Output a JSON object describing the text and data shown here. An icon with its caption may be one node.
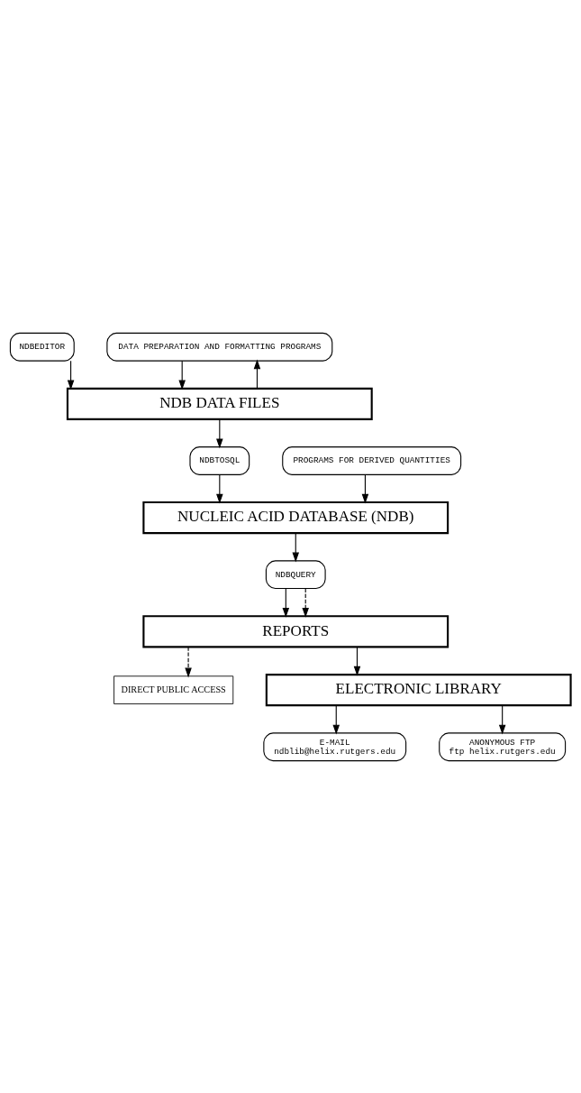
{
  "diagram": {
    "nodes": [
      {
        "text": [
          "NDBEDITOR"
        ]
      },
      {
        "text": [
          "DATA PREPARATION AND FORMATTING PROGRAMS"
        ]
      },
      {
        "text": [
          "NDB DATA FILES"
        ]
      },
      {
        "text": [
          "NDBTOSQL"
        ]
      },
      {
        "text": [
          "PROGRAMS FOR DERIVED QUANTITIES"
        ]
      },
      {
        "text": [
          "NUCLEIC ACID DATABASE (NDB)"
        ]
      },
      {
        "text": [
          "NDBQUERY"
        ]
      },
      {
        "text": [
          "REPORTS"
        ]
      },
      {
        "text": [
          "DIRECT PUBLIC ACCESS"
        ]
      },
      {
        "text": [
          "ELECTRONIC LIBRARY"
        ]
      },
      {
        "text": [
          "E-MAIL",
          "ndblib@helix.rutgers.edu"
        ]
      },
      {
        "text": [
          "ANONYMOUS FTP",
          "ftp helix.rutgers.edu"
        ]
      }
    ],
    "edges": [
      {
        "from": 0,
        "to": 2,
        "arrow": "to"
      },
      {
        "from": 1,
        "to": 2,
        "arrow": "to"
      },
      {
        "from": 2,
        "to": 1,
        "arrow": "to"
      },
      {
        "from": 2,
        "to": 3,
        "arrow": "to"
      },
      {
        "from": 3,
        "to": 5,
        "arrow": "to"
      },
      {
        "from": 4,
        "to": 5,
        "arrow": "to"
      },
      {
        "from": 5,
        "to": 6,
        "arrow": "to"
      },
      {
        "from": 6,
        "to": 7,
        "arrow": "to"
      },
      {
        "from": 6,
        "to": 7,
        "arrow": "to",
        "style": "dashed"
      },
      {
        "from": 7,
        "to": 8,
        "arrow": "to",
        "style": "dashed"
      },
      {
        "from": 7,
        "to": 9,
        "arrow": "to"
      },
      {
        "from": 9,
        "to": 10,
        "arrow": "to"
      },
      {
        "from": 9,
        "to": 11,
        "arrow": "to"
      }
    ]
  }
}
